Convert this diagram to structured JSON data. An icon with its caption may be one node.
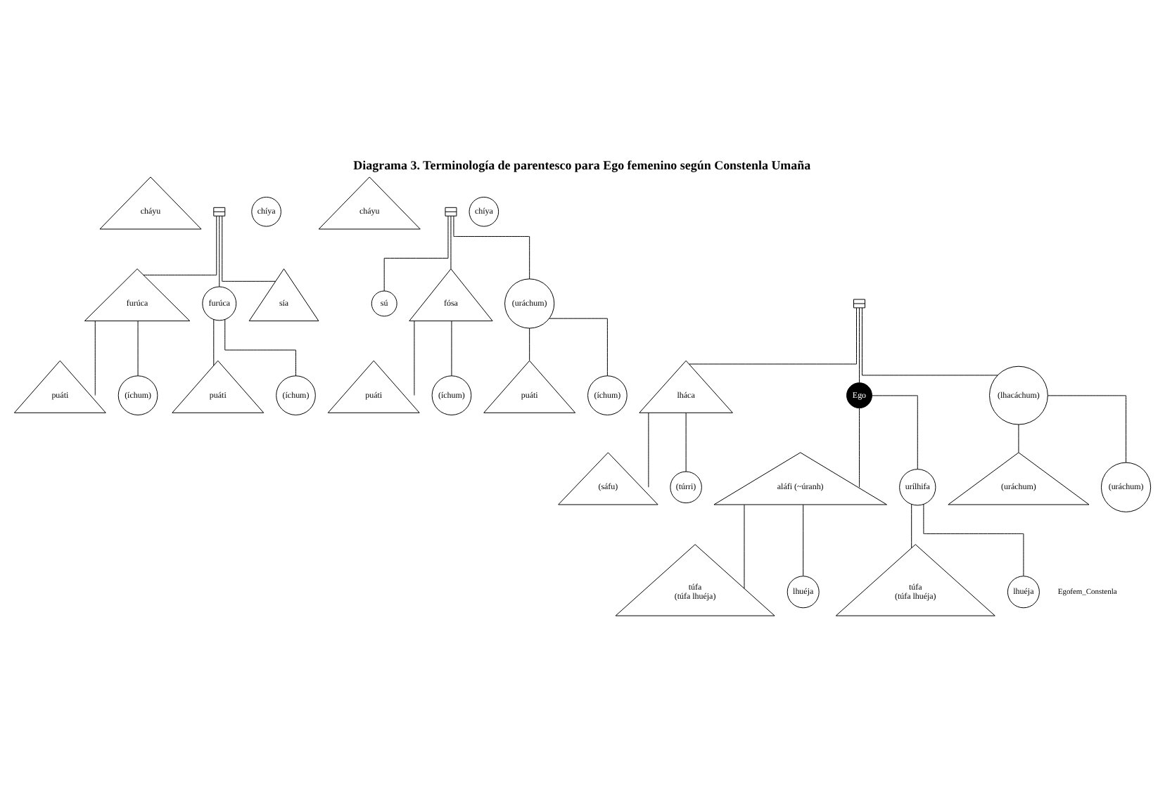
{
  "diagram": {
    "title": "Diagrama 3. Terminología de parentesco para Ego femenino según Constenla Umaña",
    "nodes": [
      {
        "text": [
          "cháyu"
        ]
      },
      {
        "text": [],
        "shape": "box"
      },
      {
        "text": [
          "chíya"
        ]
      },
      {
        "text": [
          "cháyu"
        ]
      },
      {
        "text": [],
        "shape": "box"
      },
      {
        "text": [
          "chíya"
        ]
      },
      {
        "text": [
          "furúca"
        ]
      },
      {
        "text": [
          "furúca"
        ]
      },
      {
        "text": [
          "sía"
        ]
      },
      {
        "text": [],
        "shape": "box"
      },
      {
        "text": [
          "sú"
        ]
      },
      {
        "text": [
          "fósa"
        ]
      },
      {
        "text": [
          "(uráchum)"
        ]
      },
      {
        "text": [
          "puáti"
        ]
      },
      {
        "text": [
          "(íchum)"
        ]
      },
      {
        "text": [
          "puáti"
        ]
      },
      {
        "text": [
          "(íchum)"
        ]
      },
      {
        "text": [
          "lháca"
        ]
      },
      {
        "text": [
          "Ego"
        ]
      },
      {
        "text": [
          "(lhacáchum)"
        ]
      },
      {
        "text": [
          "puáti"
        ]
      },
      {
        "text": [
          "(íchum)"
        ]
      },
      {
        "text": [
          "puáti"
        ]
      },
      {
        "text": [
          "(íchum)"
        ]
      },
      {
        "text": [
          "(sáfu)"
        ]
      },
      {
        "text": [
          "(túrri)"
        ]
      },
      {
        "text": [
          "aláfi (~úranh)"
        ]
      },
      {
        "text": [
          "urílhifa"
        ]
      },
      {
        "text": [
          "(uráchum)"
        ]
      },
      {
        "text": [
          "(uráchum)"
        ]
      },
      {
        "text": [
          "túfa",
          "(túfa lhuéja)"
        ]
      },
      {
        "text": [
          "lhuéja"
        ]
      },
      {
        "text": [
          "túfa",
          "(túfa lhuéja)"
        ]
      },
      {
        "text": [
          "lhuéja"
        ]
      }
    ],
    "edges": [
      {
        "from": 1,
        "to": 6,
        "arrow": "none"
      },
      {
        "from": 1,
        "to": 7,
        "arrow": "none"
      },
      {
        "from": 1,
        "to": 8,
        "arrow": "none"
      },
      {
        "from": 4,
        "to": 10,
        "arrow": "none"
      },
      {
        "from": 4,
        "to": 11,
        "arrow": "none"
      },
      {
        "from": 4,
        "to": 12,
        "arrow": "none"
      },
      {
        "from": 6,
        "to": 13,
        "arrow": "none"
      },
      {
        "from": 6,
        "to": 14,
        "arrow": "none"
      },
      {
        "from": 7,
        "to": 15,
        "arrow": "none"
      },
      {
        "from": 7,
        "to": 16,
        "arrow": "none"
      },
      {
        "from": 9,
        "to": 17,
        "arrow": "none"
      },
      {
        "from": 9,
        "to": 18,
        "arrow": "none"
      },
      {
        "from": 9,
        "to": 19,
        "arrow": "none"
      },
      {
        "from": 11,
        "to": 20,
        "arrow": "none"
      },
      {
        "from": 11,
        "to": 21,
        "arrow": "none"
      },
      {
        "from": 12,
        "to": 22,
        "arrow": "none"
      },
      {
        "from": 12,
        "to": 23,
        "arrow": "none"
      },
      {
        "from": 17,
        "to": 24,
        "arrow": "none"
      },
      {
        "from": 17,
        "to": 25,
        "arrow": "none"
      },
      {
        "from": 18,
        "to": 26,
        "arrow": "none"
      },
      {
        "from": 18,
        "to": 27,
        "arrow": "none"
      },
      {
        "from": 19,
        "to": 28,
        "arrow": "none"
      },
      {
        "from": 19,
        "to": 29,
        "arrow": "none"
      },
      {
        "from": 26,
        "to": 30,
        "arrow": "none"
      },
      {
        "from": 26,
        "to": 31,
        "arrow": "none"
      },
      {
        "from": 27,
        "to": 32,
        "arrow": "none"
      },
      {
        "from": 27,
        "to": 33,
        "arrow": "none"
      }
    ],
    "labels": [
      "Egofem_Constenla"
    ]
  }
}
